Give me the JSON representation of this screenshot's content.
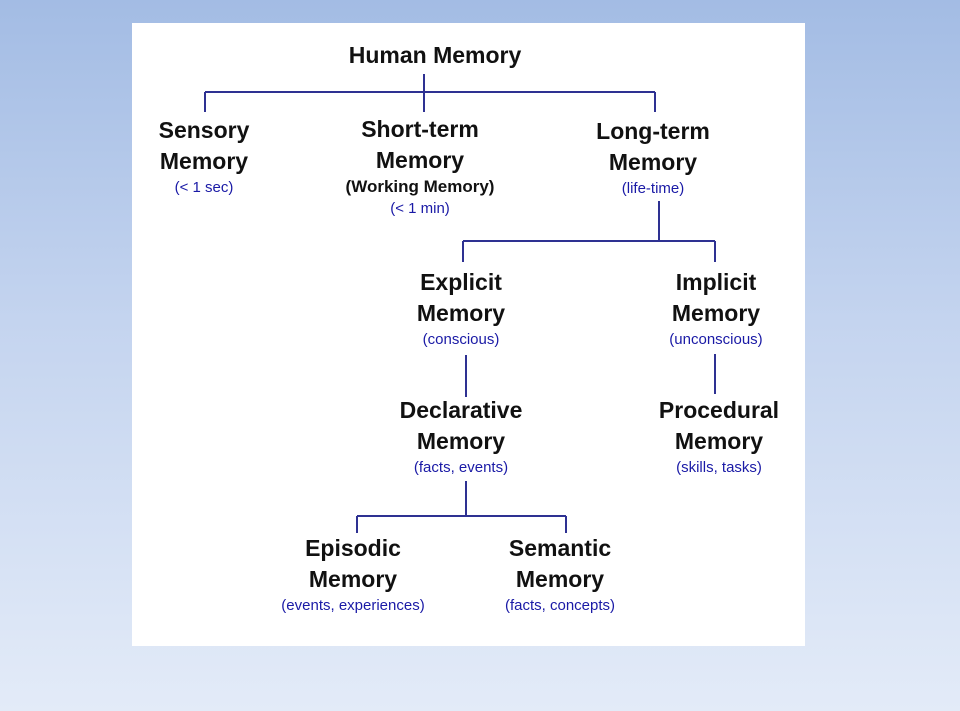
{
  "diagram": {
    "root": {
      "title": "Human Memory"
    },
    "sensory": {
      "title_1": "Sensory",
      "title_2": "Memory",
      "note": "(< 1 sec)"
    },
    "short_term": {
      "title_1": "Short-term",
      "title_2": "Memory",
      "alt": "(Working Memory)",
      "note": "(< 1 min)"
    },
    "long_term": {
      "title_1": "Long-term",
      "title_2": "Memory",
      "note": "(life-time)"
    },
    "explicit": {
      "title_1": "Explicit",
      "title_2": "Memory",
      "note": "(conscious)"
    },
    "implicit": {
      "title_1": "Implicit",
      "title_2": "Memory",
      "note": "(unconscious)"
    },
    "declarative": {
      "title_1": "Declarative",
      "title_2": "Memory",
      "note": "(facts, events)"
    },
    "procedural": {
      "title_1": "Procedural",
      "title_2": "Memory",
      "note": "(skills, tasks)"
    },
    "episodic": {
      "title_1": "Episodic",
      "title_2": "Memory",
      "note": "(events, experiences)"
    },
    "semantic": {
      "title_1": "Semantic",
      "title_2": "Memory",
      "note": "(facts, concepts)"
    }
  },
  "colors": {
    "line": "#2e3192",
    "note": "#1a1aa6",
    "title": "#111111",
    "panel": "#ffffff"
  }
}
